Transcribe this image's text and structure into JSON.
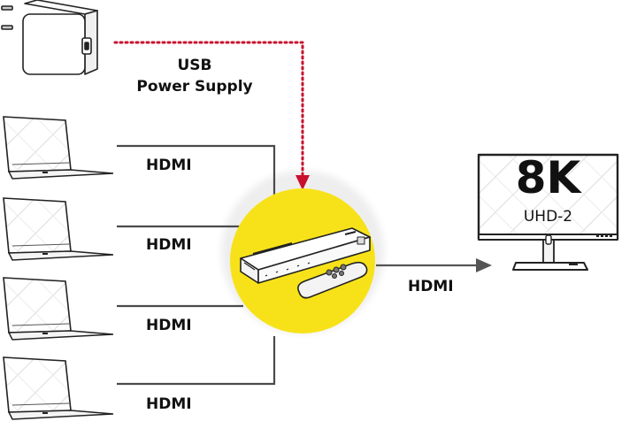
{
  "diagram": {
    "title": "8K HDMI Switch 4 to 1 connection diagram",
    "colors": {
      "background": "#ffffff",
      "line": "#4a4a4a",
      "power_line": "#c8102e",
      "hub_circle": "#f7e21a",
      "arrow": "#555555",
      "text": "#111111"
    },
    "power": {
      "icon": "usb-power-adapter-icon",
      "label_line1": "USB",
      "label_line2": "Power Supply"
    },
    "sources": [
      {
        "icon": "laptop-icon",
        "cable_label": "HDMI"
      },
      {
        "icon": "laptop-icon",
        "cable_label": "HDMI"
      },
      {
        "icon": "laptop-icon",
        "cable_label": "HDMI"
      },
      {
        "icon": "laptop-icon",
        "cable_label": "HDMI"
      }
    ],
    "hub": {
      "icon": "hdmi-switch-icon",
      "accessory_icon": "remote-control-icon"
    },
    "output": {
      "cable_label": "HDMI",
      "icon": "monitor-icon",
      "screen_big_text": "8K",
      "screen_small_text": "UHD-2"
    }
  }
}
